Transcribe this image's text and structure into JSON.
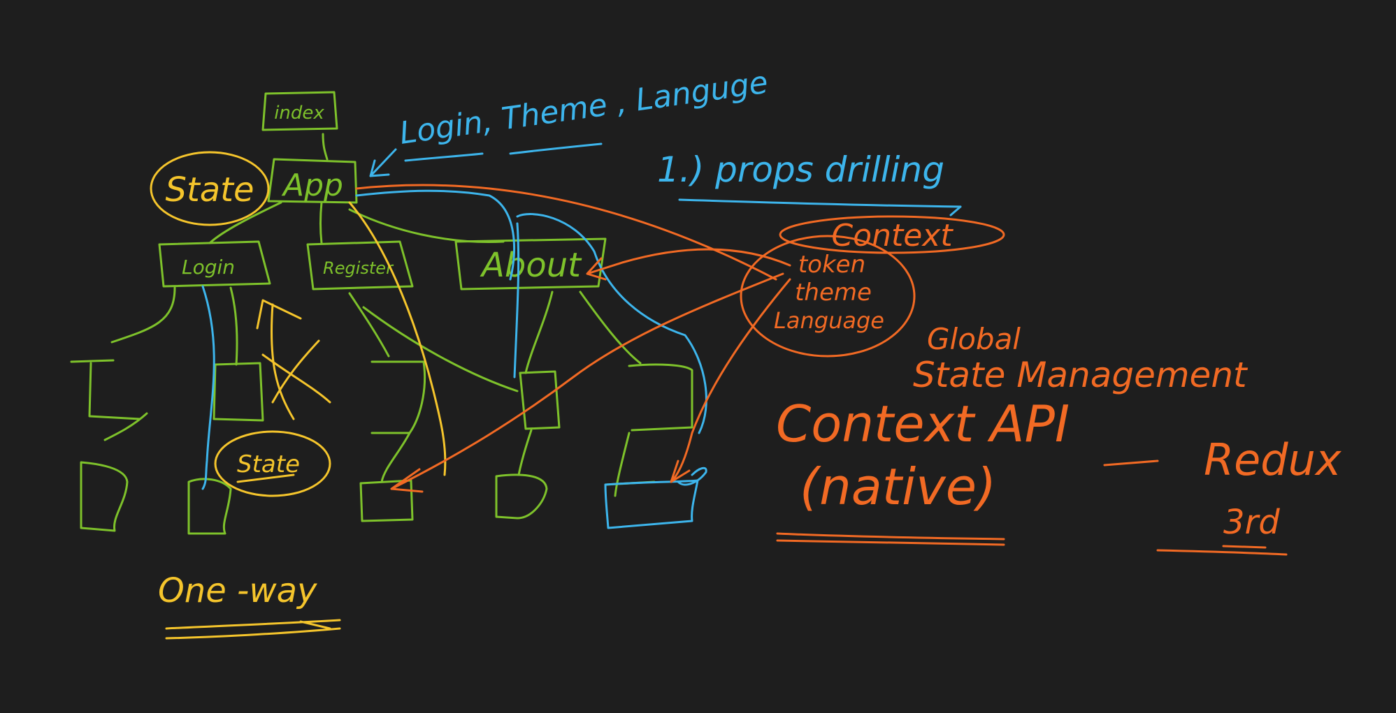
{
  "colors": {
    "background": "#1e1e1e",
    "green": "#7ec22b",
    "yellow": "#f5c52c",
    "blue": "#3db5ec",
    "orange": "#f26a24"
  },
  "tree": {
    "index": "index",
    "app": "App",
    "login": "Login",
    "register": "Register",
    "about": "About"
  },
  "notes": {
    "state_top": "State",
    "state_bottom": "State",
    "one_way": "One -way",
    "login_theme_language": "Login, Theme , Languge",
    "props_drilling": "1.) props drilling",
    "context": "Context",
    "context_items": [
      "token",
      "theme",
      "Language"
    ],
    "global_state_line1": "Global",
    "global_state_line2": "State Management",
    "context_api": "Context API",
    "native": "(native)",
    "redux": "Redux",
    "third": "3rd"
  }
}
